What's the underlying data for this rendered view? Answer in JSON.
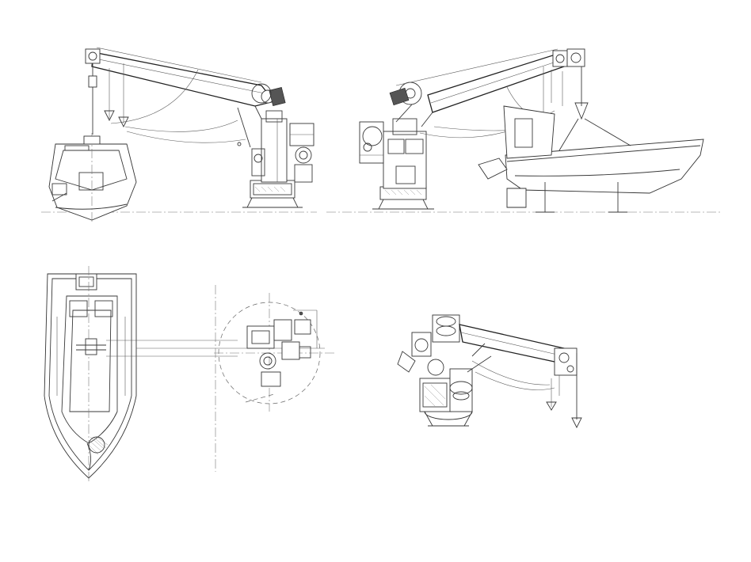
{
  "drawing": {
    "views": [
      {
        "id": "side-view-left",
        "kind": "crane side elevation with boat bow"
      },
      {
        "id": "side-view-right",
        "kind": "crane side elevation with boat profile"
      },
      {
        "id": "plan-view",
        "kind": "top view of boat and crane slewing circle"
      },
      {
        "id": "iso-view",
        "kind": "isometric crane"
      }
    ],
    "line_color": "#3a3a3a",
    "background": "#ffffff"
  }
}
